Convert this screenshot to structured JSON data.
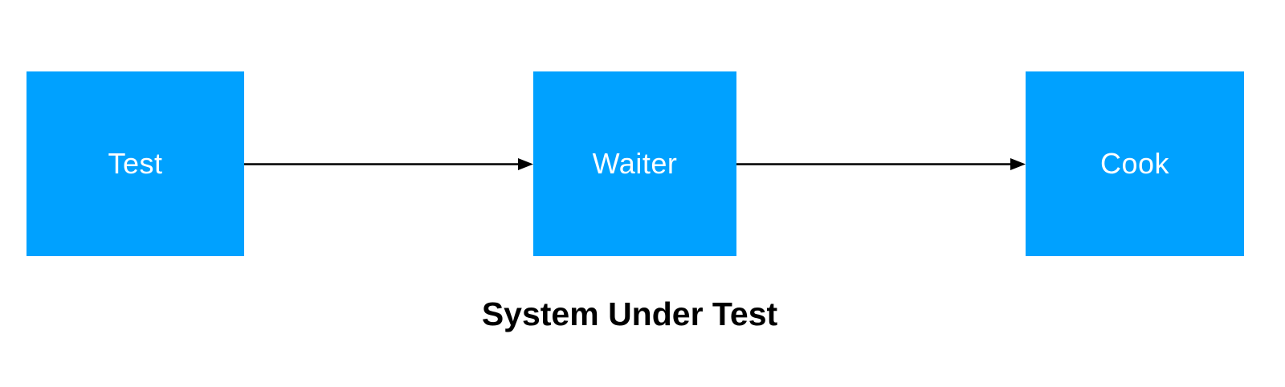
{
  "diagram": {
    "caption": "System Under Test",
    "nodes": [
      {
        "id": "test",
        "label": "Test"
      },
      {
        "id": "waiter",
        "label": "Waiter"
      },
      {
        "id": "cook",
        "label": "Cook"
      }
    ],
    "edges": [
      {
        "from": "Test",
        "to": "Waiter",
        "style": "solid-arrow"
      },
      {
        "from": "Waiter",
        "to": "Cook",
        "style": "solid-arrow"
      }
    ],
    "colors": {
      "node_fill": "#00A1FF",
      "node_label": "#FFFFFF",
      "edge": "#000000",
      "caption": "#000000",
      "background": "#FFFFFF"
    }
  }
}
